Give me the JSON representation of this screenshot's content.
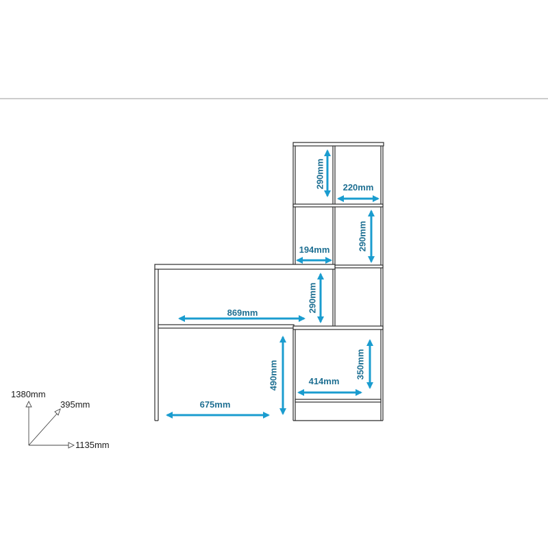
{
  "dimensions": {
    "top_cell_height": "290mm",
    "top_cell_width": "220mm",
    "mid_cell_height": "290mm",
    "mid_cell_width": "194mm",
    "desk_upper_height": "290mm",
    "desk_width": "869mm",
    "leg_height": "490mm",
    "leg_span": "675mm",
    "lower_cell_height": "350mm",
    "lower_cell_width": "414mm"
  },
  "overall": {
    "height": "1380mm",
    "depth": "395mm",
    "width": "1135mm"
  },
  "colors": {
    "dimension": "#1a9ccf",
    "outline": "#2b2b2b"
  }
}
